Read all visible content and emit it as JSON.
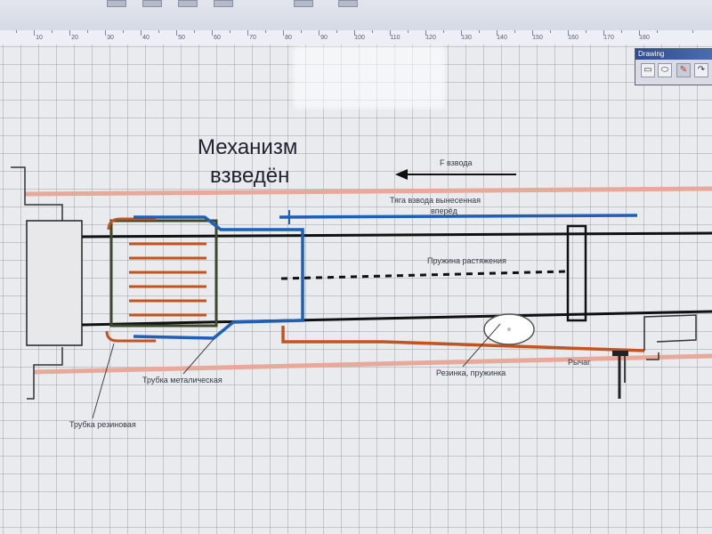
{
  "toolbar": {
    "title": "Drawing",
    "buttons": [
      {
        "icon": "rectangle-icon",
        "glyph": "▭"
      },
      {
        "icon": "ellipse-icon",
        "glyph": "⬭"
      },
      {
        "icon": "pencil-icon",
        "glyph": "✎"
      },
      {
        "icon": "curve-icon",
        "glyph": "↷"
      }
    ]
  },
  "ruler": {
    "numbers": [
      "10",
      "20",
      "30",
      "40",
      "50",
      "60",
      "70",
      "80",
      "90",
      "100",
      "110",
      "120",
      "130",
      "140",
      "150",
      "160",
      "170",
      "180"
    ]
  },
  "diagram": {
    "title_line1": "Механизм",
    "title_line2": "взведён",
    "force_label": "F взвода",
    "rod_label_line1": "Тяга взвода вынесенная",
    "rod_label_line2": "вперёд",
    "spring_label": "Пружина растяжения",
    "elastic_label": "Резинка, пружинка",
    "rod_end_label": "Рычаг",
    "metal_tube_label": "Трубка металическая",
    "rubber_tube_label": "Трубка резиновая"
  },
  "colors": {
    "blue": "#1e5fb8",
    "orange": "#c4541e",
    "pink": "#e8a89a",
    "dark_green": "#3b4a2a",
    "black": "#111111"
  }
}
